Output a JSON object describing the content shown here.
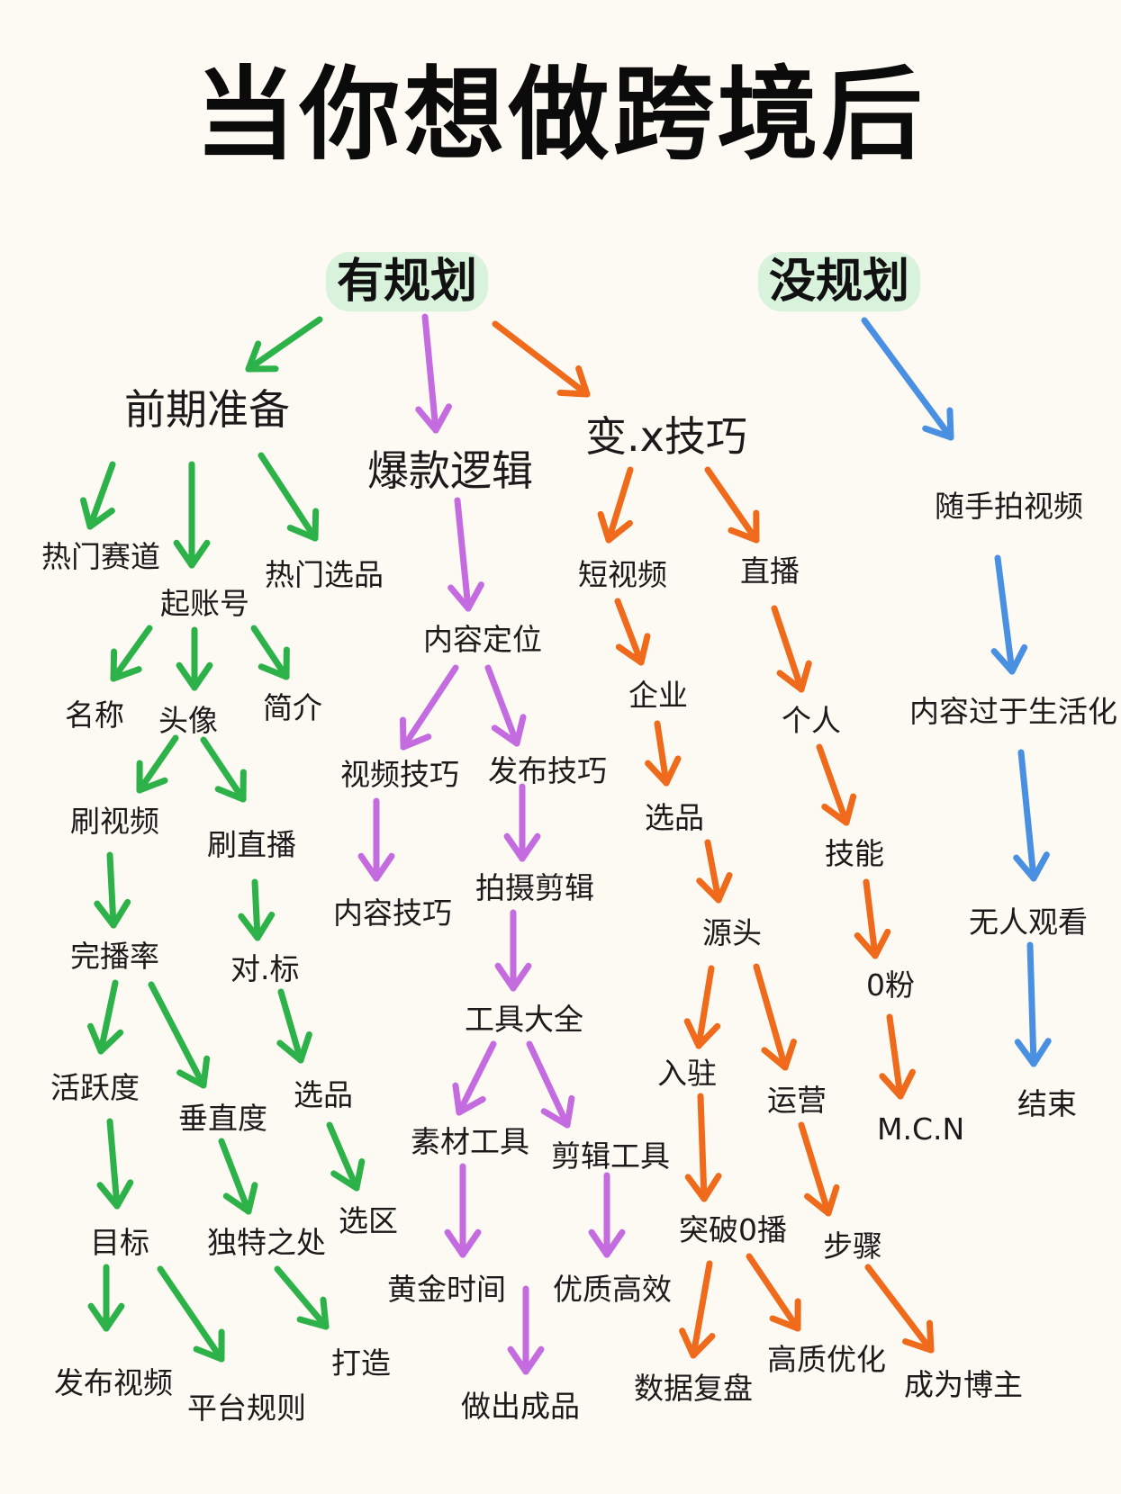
{
  "title": "当你想做跨境后",
  "colors": {
    "green": "#2db24a",
    "purple": "#c46be0",
    "orange": "#f06a1c",
    "blue": "#4a90e2",
    "highlight": "#d9f2dc"
  },
  "roots": {
    "planned": "有规划",
    "unplanned": "没规划"
  },
  "green": {
    "prep": "前期准备",
    "hot_track": "热门赛道",
    "start_account": "起账号",
    "hot_products": "热门选品",
    "name": "名称",
    "avatar": "头像",
    "bio": "简介",
    "watch_videos": "刷视频",
    "watch_live": "刷直播",
    "completion_rate": "完播率",
    "benchmark": "对.标",
    "activity": "活跃度",
    "verticality": "垂直度",
    "selection": "选品",
    "target": "目标",
    "uniqueness": "独特之处",
    "region": "选区",
    "publish_video": "发布视频",
    "platform_rules": "平台规则",
    "build": "打造"
  },
  "purple": {
    "viral_logic": "爆款逻辑",
    "content_position": "内容定位",
    "video_skills": "视频技巧",
    "publish_skills": "发布技巧",
    "content_skills": "内容技巧",
    "shoot_edit": "拍摄剪辑",
    "tools": "工具大全",
    "material_tools": "素材工具",
    "edit_tools": "剪辑工具",
    "golden_time": "黄金时间",
    "quality": "优质高效",
    "finished": "做出成品"
  },
  "orange": {
    "monetize": "变.x技巧",
    "short_video": "短视频",
    "live": "直播",
    "enterprise": "企业",
    "personal": "个人",
    "selection": "选品",
    "skills": "技能",
    "source": "源头",
    "zero_fans": "0粉",
    "settle": "入驻",
    "operate": "运营",
    "mcn": "M.C.N",
    "breakthrough": "突破0播",
    "steps": "步骤",
    "data_review": "数据复盘",
    "quality_opt": "高质优化",
    "become_blogger": "成为博主"
  },
  "blue": {
    "random_shoot": "随手拍视频",
    "too_casual": "内容过于生活化",
    "no_viewers": "无人观看",
    "end": "结束"
  }
}
